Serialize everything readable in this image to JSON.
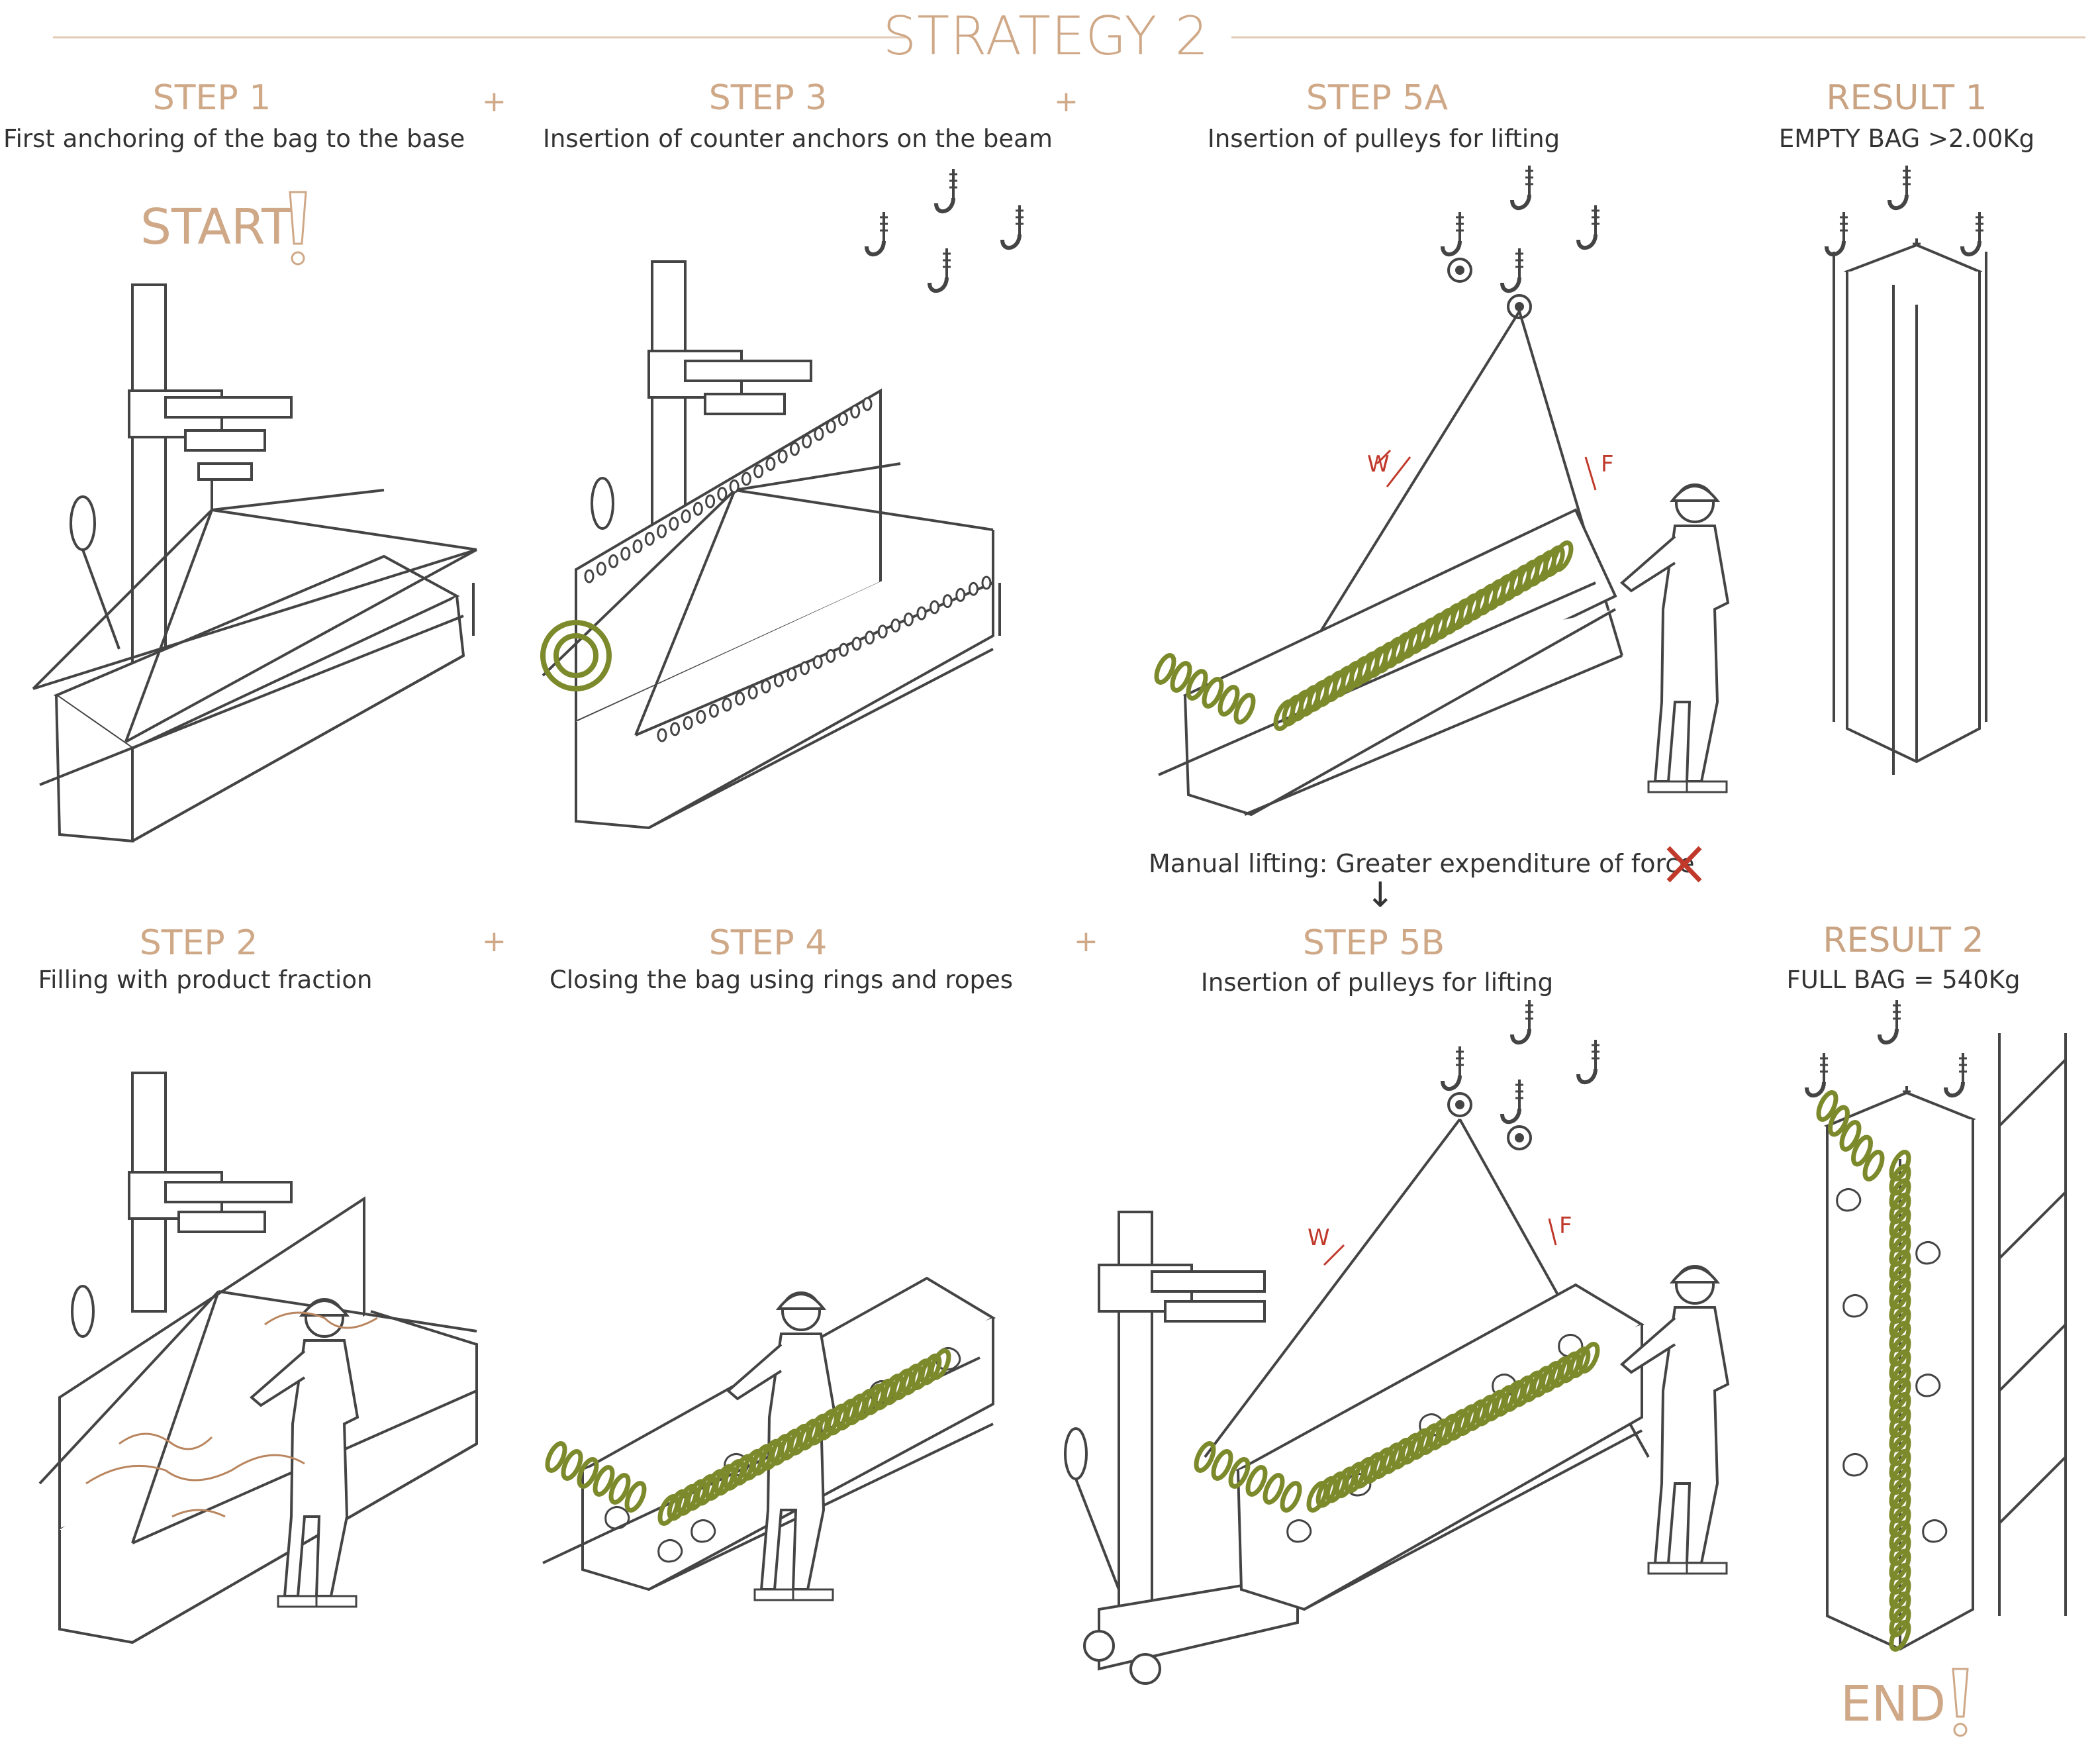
{
  "title": "STRATEGY 2",
  "top_row": [
    {
      "step": "STEP 1",
      "desc": "First anchoring of the bag to the base"
    },
    {
      "step": "STEP 3",
      "desc": "Insertion of counter anchors on the beam"
    },
    {
      "step": "STEP 5A",
      "desc": "Insertion of pulleys for lifting"
    },
    {
      "step": "RESULT 1",
      "desc": "EMPTY BAG >2.00Kg"
    }
  ],
  "bottom_row": [
    {
      "step": "STEP 2",
      "desc": "Filling with product fraction"
    },
    {
      "step": "STEP 4",
      "desc": "Closing the bag using rings and ropes"
    },
    {
      "step": "STEP 5B",
      "desc": "Insertion of pulleys for lifting"
    },
    {
      "step": "RESULT 2",
      "desc": "FULL BAG = 540Kg"
    }
  ],
  "plus": "+",
  "start_label": "START",
  "end_label": "END",
  "manual_note": "Manual lifting: Greater expenditure of force",
  "arrow_down": "↓",
  "force_labels": {
    "w": "W",
    "f": "F"
  },
  "colors": {
    "accent": "#cfa887",
    "rope": "#7c8a2c",
    "line": "#444444",
    "warning": "#c0392b"
  }
}
